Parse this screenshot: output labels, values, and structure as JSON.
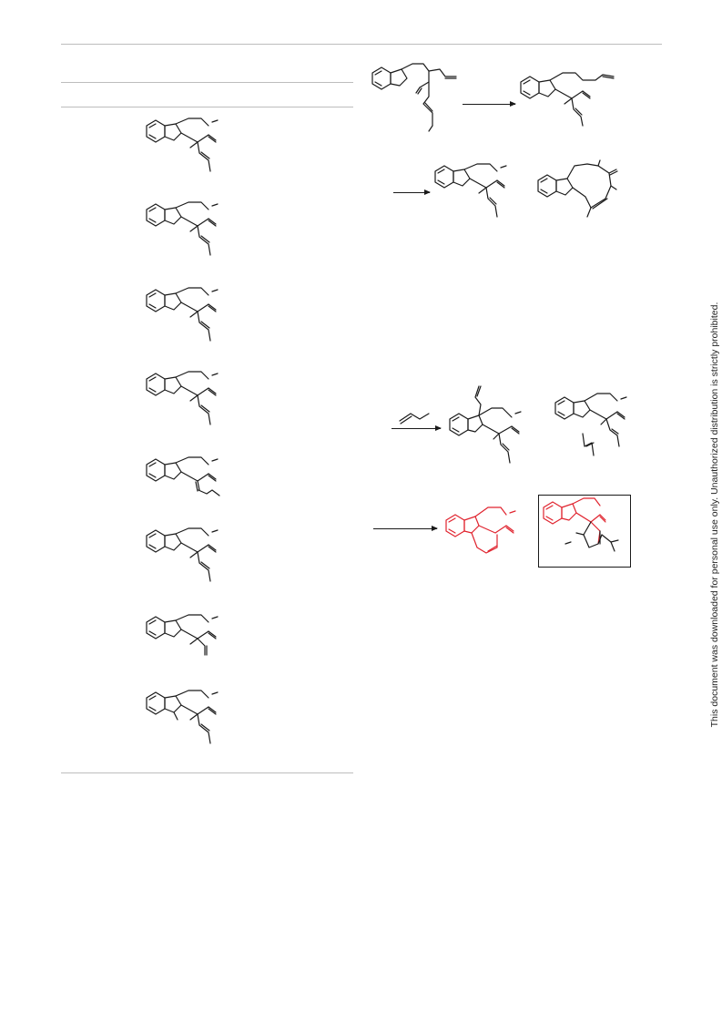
{
  "notice": {
    "text": "This document was downloaded for personal use only. Unauthorized distribution is strictly prohibited."
  },
  "colors": {
    "ink": "#1a1a1a",
    "highlight": "#e0232e",
    "rule": "#bdbdbd"
  },
  "table": {
    "entries": [
      {
        "id": "entry-1",
        "side_chain": "trans-propenyl"
      },
      {
        "id": "entry-2",
        "side_chain": "trans-propenyl"
      },
      {
        "id": "entry-3",
        "side_chain": "trans-propenyl"
      },
      {
        "id": "entry-4",
        "side_chain": "trans-propenyl"
      },
      {
        "id": "entry-5",
        "side_chain": "exocyclic-alkylidene"
      },
      {
        "id": "entry-6",
        "side_chain": "trans-propenyl"
      },
      {
        "id": "entry-7",
        "side_chain": "vinyl"
      },
      {
        "id": "entry-8",
        "side_chain": "trans-propenyl-N-methyl"
      }
    ]
  },
  "schemes": {
    "scheme-1": {
      "steps": [
        "starting-material",
        "azepinoindole-product"
      ]
    },
    "scheme-2": {
      "steps": [
        "azepinoindole",
        "azocinoindole"
      ]
    },
    "scheme-3": {
      "steps": [
        "propene-reagent",
        "allylated-product",
        "allylated-isomer"
      ]
    },
    "scheme-4": {
      "steps": [
        "highlighted-core",
        "boxed-alkaloid"
      ]
    }
  }
}
